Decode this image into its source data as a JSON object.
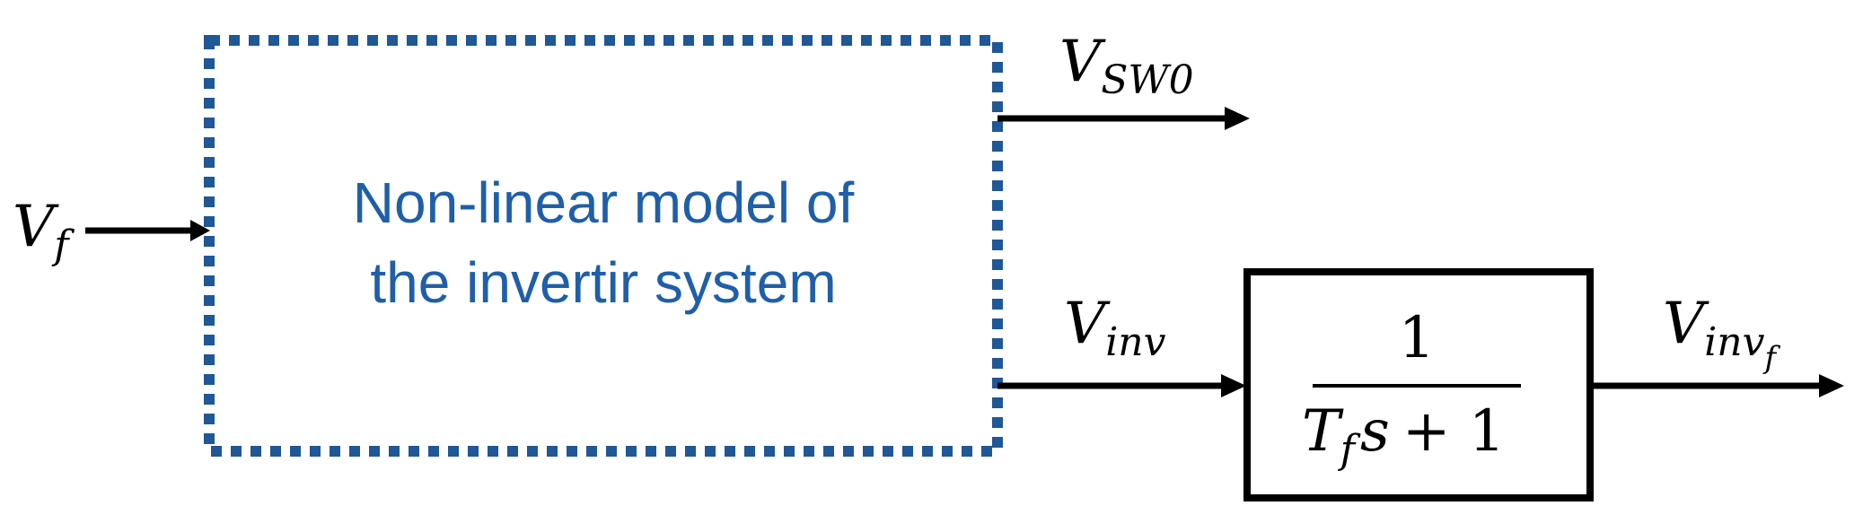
{
  "nonlinear_block": {
    "line1": "Non-linear model of",
    "line2": "the invertir system",
    "text_color": "#1f5fa8",
    "border_color": "#1f5797"
  },
  "signals": {
    "input": {
      "main": "V",
      "sub": "f"
    },
    "output_sw": {
      "main": "V",
      "sub": "SW0"
    },
    "output_inv": {
      "main": "V",
      "sub": "inv"
    },
    "output_filtered": {
      "main": "V",
      "sub": "inv",
      "subsub": "f"
    }
  },
  "filter_block": {
    "numerator": "1",
    "den_T": "T",
    "den_T_sub": "f",
    "den_s": "s",
    "den_rest": "+ 1"
  }
}
